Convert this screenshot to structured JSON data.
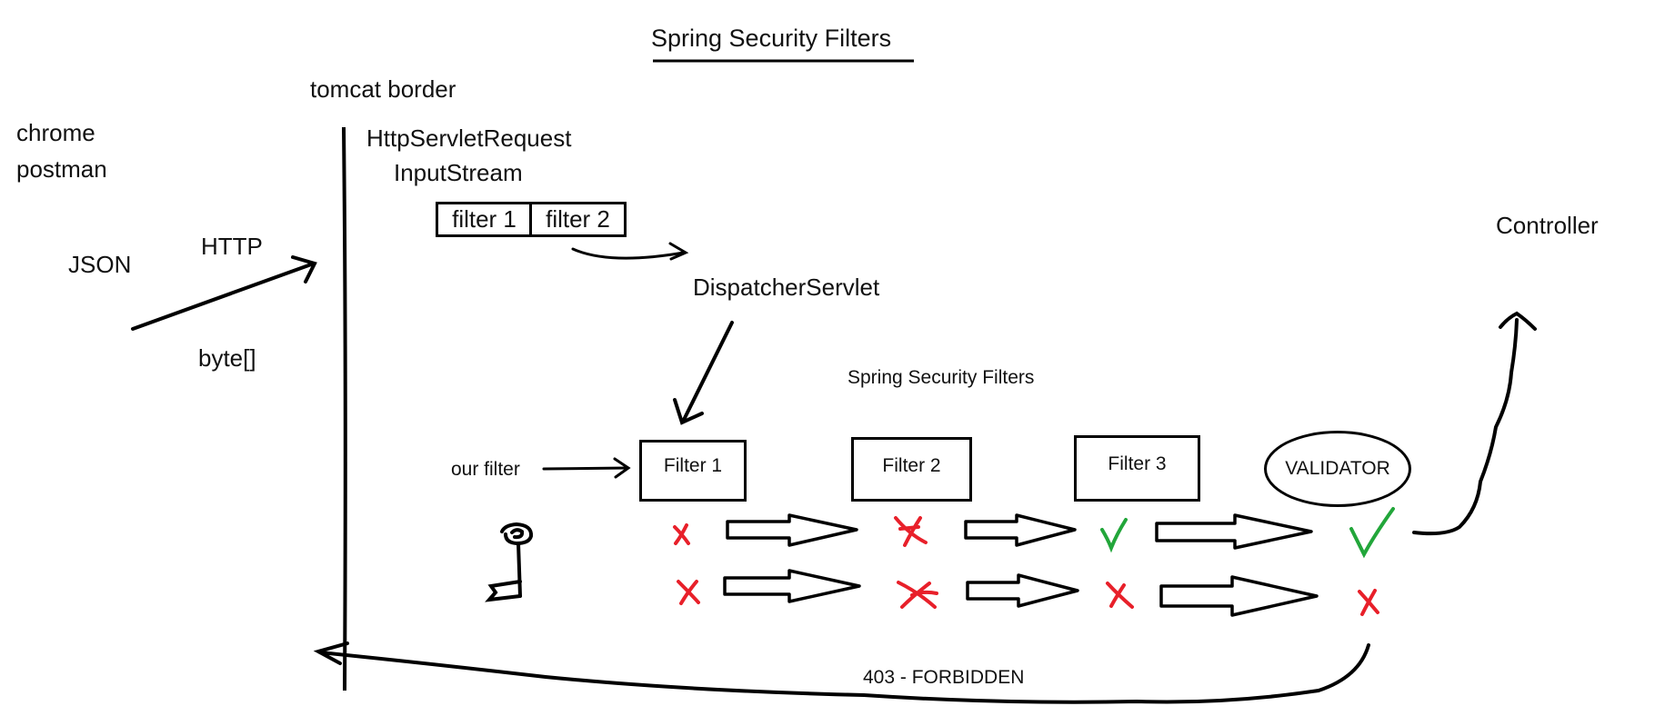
{
  "diagram": {
    "title": "Spring Security Filters",
    "tomcat_label": "tomcat border",
    "clients": [
      "chrome",
      "postman"
    ],
    "payload_label": "JSON",
    "protocol_label": "HTTP",
    "bytes_label": "byte[]",
    "request_label": "HttpServletRequest",
    "stream_label": "InputStream",
    "servlet_filters": [
      "filter 1",
      "filter 2"
    ],
    "dispatcher_label": "DispatcherServlet",
    "chain_label": "Spring Security Filters",
    "our_filter_label": "our  filter",
    "security_filters": [
      "Filter 1",
      "Filter 2",
      "Filter 3"
    ],
    "validator_label": "VALIDATOR",
    "controller_label": "Controller",
    "forbidden_label": "403 - FORBIDDEN",
    "colors": {
      "ink": "#000000",
      "reject": "#e8202a",
      "accept": "#22a63a"
    }
  }
}
